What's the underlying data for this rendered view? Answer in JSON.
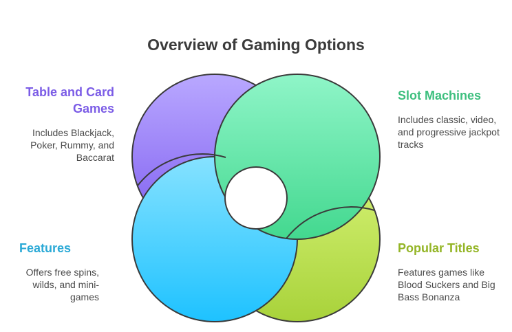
{
  "title": "Overview of Gaming Options",
  "colors": {
    "purple": "#7b5ce6",
    "green": "#3dbf7e",
    "blue": "#2aa9d6",
    "lime": "#94b526"
  },
  "sections": {
    "table_card": {
      "heading": "Table and Card Games",
      "description": "Includes Blackjack, Poker, Rummy, and Baccarat"
    },
    "slot_machines": {
      "heading": "Slot Machines",
      "description": "Includes classic, video, and progressive jackpot tracks"
    },
    "features": {
      "heading": "Features",
      "description": "Offers free spins, wilds, and mini-games"
    },
    "popular_titles": {
      "heading": "Popular Titles",
      "description": "Features games like Blood Suckers and Big Bass Bonanza"
    }
  }
}
